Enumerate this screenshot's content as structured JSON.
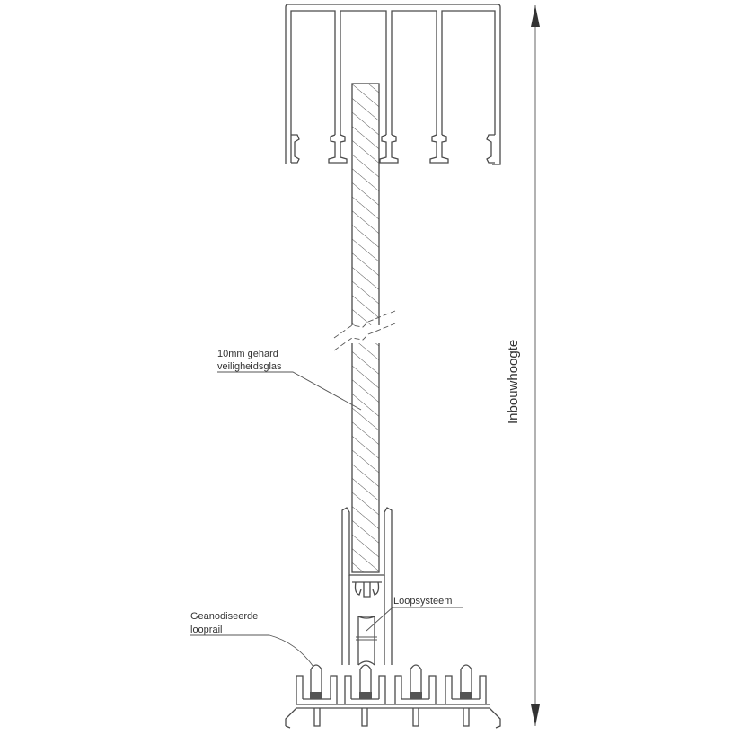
{
  "labels": {
    "glass_line1": "10mm gehard",
    "glass_line2": "veiligheidsglas",
    "running_system": "Loopsysteem",
    "rail_line1": "Geanodiseerde",
    "rail_line2": "looprail",
    "height_dimension": "Inbouwhoogte"
  },
  "colors": {
    "line": "#4a4a4a",
    "background": "#ffffff"
  }
}
